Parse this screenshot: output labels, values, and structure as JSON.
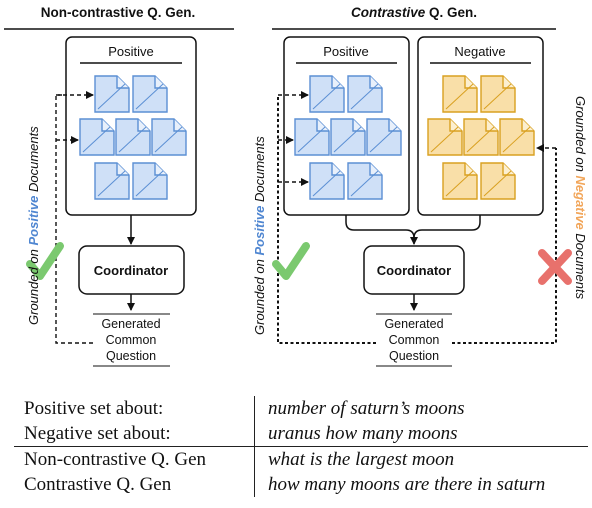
{
  "panels": {
    "noncontrastive": {
      "title": "Non-contrastive Q. Gen.",
      "positive_label": "Positive",
      "coordinator_label": "Coordinator",
      "output_lines": [
        "Generated",
        "Common",
        "Question"
      ],
      "side_label_prefix": "Grounded on ",
      "side_label_highlight": "Positive",
      "side_label_suffix": " Documents"
    },
    "contrastive": {
      "title_italic": "Contrastive",
      "title_rest": " Q. Gen.",
      "positive_label": "Positive",
      "negative_label": "Negative",
      "coordinator_label": "Coordinator",
      "output_lines": [
        "Generated",
        "Common",
        "Question"
      ],
      "left_label_prefix": "Grounded on ",
      "left_label_highlight": "Positive",
      "left_label_suffix": " Documents",
      "right_label_prefix": "Grounded on ",
      "right_label_highlight": "Negative",
      "right_label_suffix": " Documents"
    }
  },
  "icons": {
    "positive_doc": "document-icon",
    "negative_doc": "document-icon",
    "accept": "check-mark-icon",
    "reject": "cross-mark-icon"
  },
  "colors": {
    "positive_fill": "#cfe0f7",
    "positive_stroke": "#5b8fd4",
    "negative_fill": "#f9dfa8",
    "negative_stroke": "#d9a020",
    "positive_text": "#4f86d1",
    "negative_text": "#f2a65a",
    "check": "#7bc96f",
    "cross": "#e8716c"
  },
  "table": {
    "rows": [
      {
        "key": "Positive set about:",
        "value": "number of saturn’s moons"
      },
      {
        "key": "Negative set about:",
        "value": "uranus how many moons"
      },
      {
        "key": "Non-contrastive Q. Gen",
        "value": "what is the largest moon"
      },
      {
        "key": "Contrastive Q. Gen",
        "value": "how many moons are there in saturn"
      }
    ]
  }
}
